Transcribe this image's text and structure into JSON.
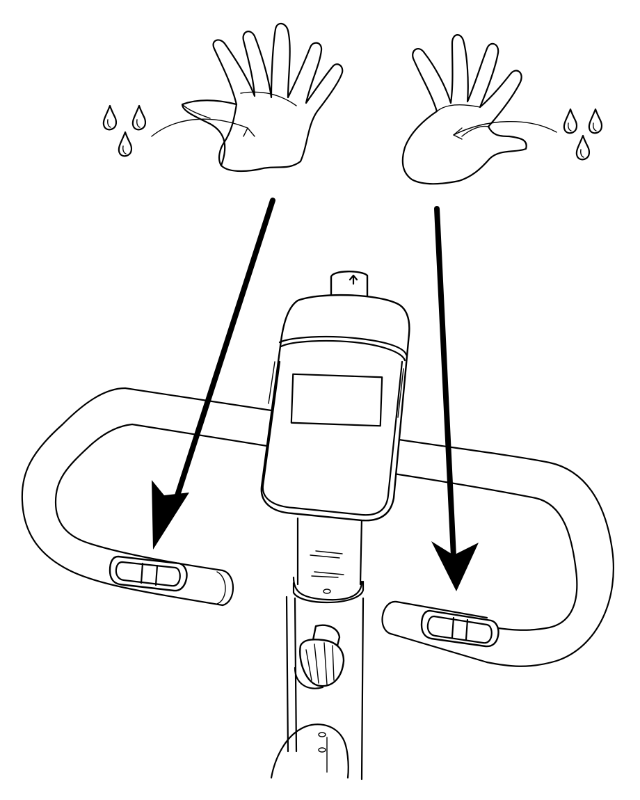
{
  "figure": {
    "description_free": true,
    "parts": {
      "water_drops": "water-drops-icon",
      "hands": "hand-icon",
      "arrows": "arrow-down-icon",
      "handlebar": "handlebar",
      "console": "console",
      "pulse_sensor": "pulse-sensor"
    },
    "colors": {
      "line": "#000000",
      "background": "#ffffff"
    }
  }
}
